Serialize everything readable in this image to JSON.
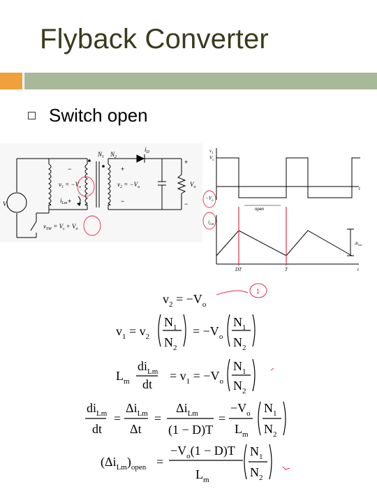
{
  "slide": {
    "title": "Flyback Converter",
    "bullet": "Switch open"
  },
  "circuit": {
    "n1": "N",
    "n1_sub": "1",
    "n2": "N",
    "n2_sub": "2",
    "i_d": "i",
    "i_d_sub": "D",
    "v1_expr": "v",
    "v1_sub": "1",
    "v1_rest": " = −V",
    "v1_rest_sub": "o",
    "v2_expr": "v",
    "v2_sub": "2",
    "v2_rest": " = −V",
    "v2_rest_sub": "o",
    "vs": "V",
    "vs_sub": "s",
    "vo": "V",
    "vo_sub": "o",
    "ilm": "i",
    "ilm_sub": "Lm",
    "vsw": "v",
    "vsw_sub": "SW",
    "vsw_rest": " = V",
    "vsw_rest_sub": "s",
    "vsw_plus": " + V",
    "vsw_plus_sub": "o",
    "plus": "+",
    "minus": "−"
  },
  "waveform": {
    "v1_label": "v",
    "v1_label_sub": "1",
    "vs_label": "V",
    "vs_label_sub": "s",
    "neg_label": "−V",
    "neg_label_sub": "o",
    "t_label": "t",
    "open_label": "open",
    "ilm_label": "i",
    "ilm_label_sub": "Lm",
    "delta_label": "Δi",
    "delta_label_sub": "Lm",
    "dt_tick": "DT",
    "t_tick": "T",
    "t2_tick": "t"
  },
  "equations": {
    "eq1_lhs": "v",
    "eq1_lhs_sub": "2",
    "eq1_rhs": " = −V",
    "eq1_rhs_sub": "o",
    "eq2_lhs": "v",
    "eq2_lhs_sub": "1",
    "eq2_mid": " = v",
    "eq2_mid_sub": "2",
    "eq2_frac_num": "N",
    "eq2_frac_num_sub": "1",
    "eq2_frac_den": "N",
    "eq2_frac_den_sub": "2",
    "eq2_eq": "= −V",
    "eq2_eq_sub": "o",
    "eq3_lm": "L",
    "eq3_lm_sub": "m",
    "eq3_num": "di",
    "eq3_num_sub": "Lm",
    "eq3_den": "dt",
    "eq3_mid": "= v",
    "eq3_mid_sub": "1",
    "eq3_eq": " = −V",
    "eq3_eq_sub": "o",
    "eq4_a_num": "di",
    "eq4_a_num_sub": "Lm",
    "eq4_a_den": "dt",
    "eq4_b_num": "Δi",
    "eq4_b_num_sub": "Lm",
    "eq4_b_den": "Δt",
    "eq4_c_num": "Δi",
    "eq4_c_num_sub": "Lm",
    "eq4_c_den": "(1 − D)T",
    "eq4_d_num": "−V",
    "eq4_d_num_sub": "o",
    "eq4_d_den": "L",
    "eq4_d_den_sub": "m",
    "eq5_lhs": "(Δi",
    "eq5_lhs_sub": "Lm",
    "eq5_lhs_end": ")",
    "eq5_lhs_end_sub": "open",
    "eq5_num": "−V",
    "eq5_num_sub": "o",
    "eq5_num_rest": "(1 − D)T",
    "eq5_den": "L",
    "eq5_den_sub": "m",
    "equals": "=",
    "annot1": "1"
  },
  "colors": {
    "orange": "#f2a03c",
    "green": "#a8b89a",
    "title": "#3a3a1e",
    "annotation_red": "#e0304a"
  }
}
